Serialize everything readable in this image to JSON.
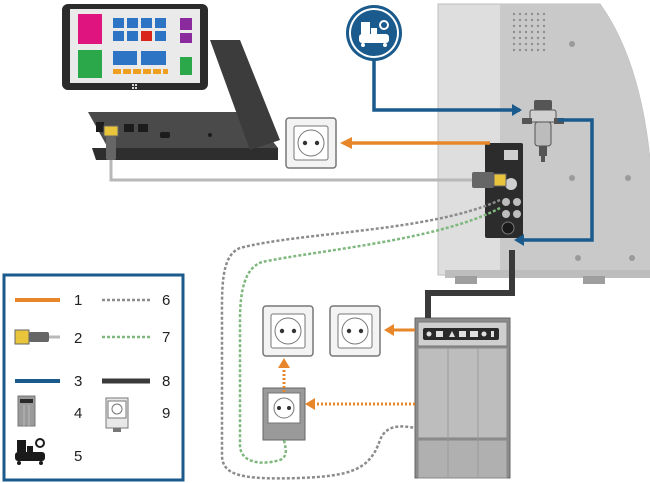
{
  "colors": {
    "ethernet": "#e8872a",
    "usb": "#b8b8b8",
    "usb_plug": "#e8c53a",
    "air_hose": "#1a5a8c",
    "data_cable_a": "#9a9a9a",
    "data_cable_b": "#7fb87f",
    "power_cable": "#3a3a3a",
    "machine_body": "#d9d9d9",
    "machine_front": "#8a8a8a",
    "legend_border": "#1a5a8c",
    "tablet_tile_magenta": "#e0147e",
    "tablet_tile_green": "#2aa84a",
    "tablet_tile_blue": "#2d74c4",
    "tablet_tile_red": "#d9241c",
    "tablet_tile_purple": "#8a2a9c",
    "tablet_tile_orange": "#f0a020"
  },
  "icons": {
    "compressor": "compressor-icon",
    "outlet": "power-outlet-icon",
    "usb_plug": "usb-plug-icon",
    "windows_logo": "windows-logo-icon"
  },
  "legend": {
    "items": [
      {
        "number": "1",
        "kind": "ethernet-line"
      },
      {
        "number": "2",
        "kind": "usb-plug"
      },
      {
        "number": "3",
        "kind": "air-hose-line"
      },
      {
        "number": "4",
        "kind": "vacuum-unit"
      },
      {
        "number": "5",
        "kind": "compressor"
      },
      {
        "number": "6",
        "kind": "cable-grey"
      },
      {
        "number": "7",
        "kind": "cable-green"
      },
      {
        "number": "8",
        "kind": "power-line"
      },
      {
        "number": "9",
        "kind": "outlet-strip"
      }
    ]
  }
}
